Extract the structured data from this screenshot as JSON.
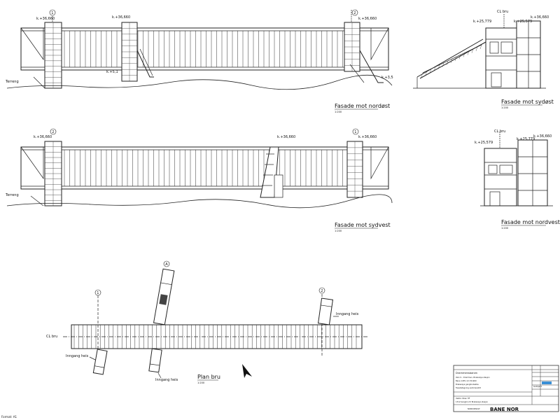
{
  "views": {
    "nordost": {
      "title": "Fasade mot nordøst",
      "scale": "1:200",
      "axis_left": "1",
      "axis_right": "2",
      "level_left": "k.+36,660",
      "level_mid": "k.+36,660",
      "level_right": "k.+36,660",
      "level_stair": "k.+5,1",
      "level_right_low": "k.+3,5",
      "terrain": "Terreng"
    },
    "sydvest": {
      "title": "Fasade mot sydvest",
      "scale": "1:200",
      "axis_left": "2",
      "axis_right": "1",
      "level_left": "k.+36,660",
      "level_mid": "k.+36,660",
      "level_right": "k.+36,660",
      "terrain": "Terreng"
    },
    "sydost": {
      "title": "Fasade mot sydøst",
      "scale": "1:200",
      "cl": "CL bru",
      "level_a": "k.+25,779",
      "level_b": "k.+25,579",
      "level_c": "k.+36,660"
    },
    "nordvest": {
      "title": "Fasade mot nordvest",
      "scale": "1:200",
      "cl": "CL bru",
      "level_a": "k.+25,579",
      "level_b": "k.+25,779",
      "level_c": "k.+36,660"
    },
    "plan": {
      "title": "Plan bru",
      "scale": "1:200",
      "cl": "CL bru",
      "axis_1": "1",
      "axis_a": "A",
      "axis_2": "2",
      "entrance_right": "Inngang heis",
      "entrance_left": "Inngang heis",
      "entrance_mid": "Inngang heis"
    }
  },
  "titleblock": {
    "client": "Drammensbanen",
    "line1": "Oslo S - Drammen, Brakerøya stasjon",
    "line2": "Bane 1435, km 50,960",
    "line3": "Brakerøya gangbrubakke",
    "line4": "Fasadetegning sammenstilt",
    "company1": "Vestre Viken HF",
    "company2": "1312 Gangbru til Brakerøya stasjon",
    "logo_left": "NORCONSULT",
    "logo_main": "BANE NOR",
    "status": "Godkjent"
  },
  "format": "Format: A1"
}
